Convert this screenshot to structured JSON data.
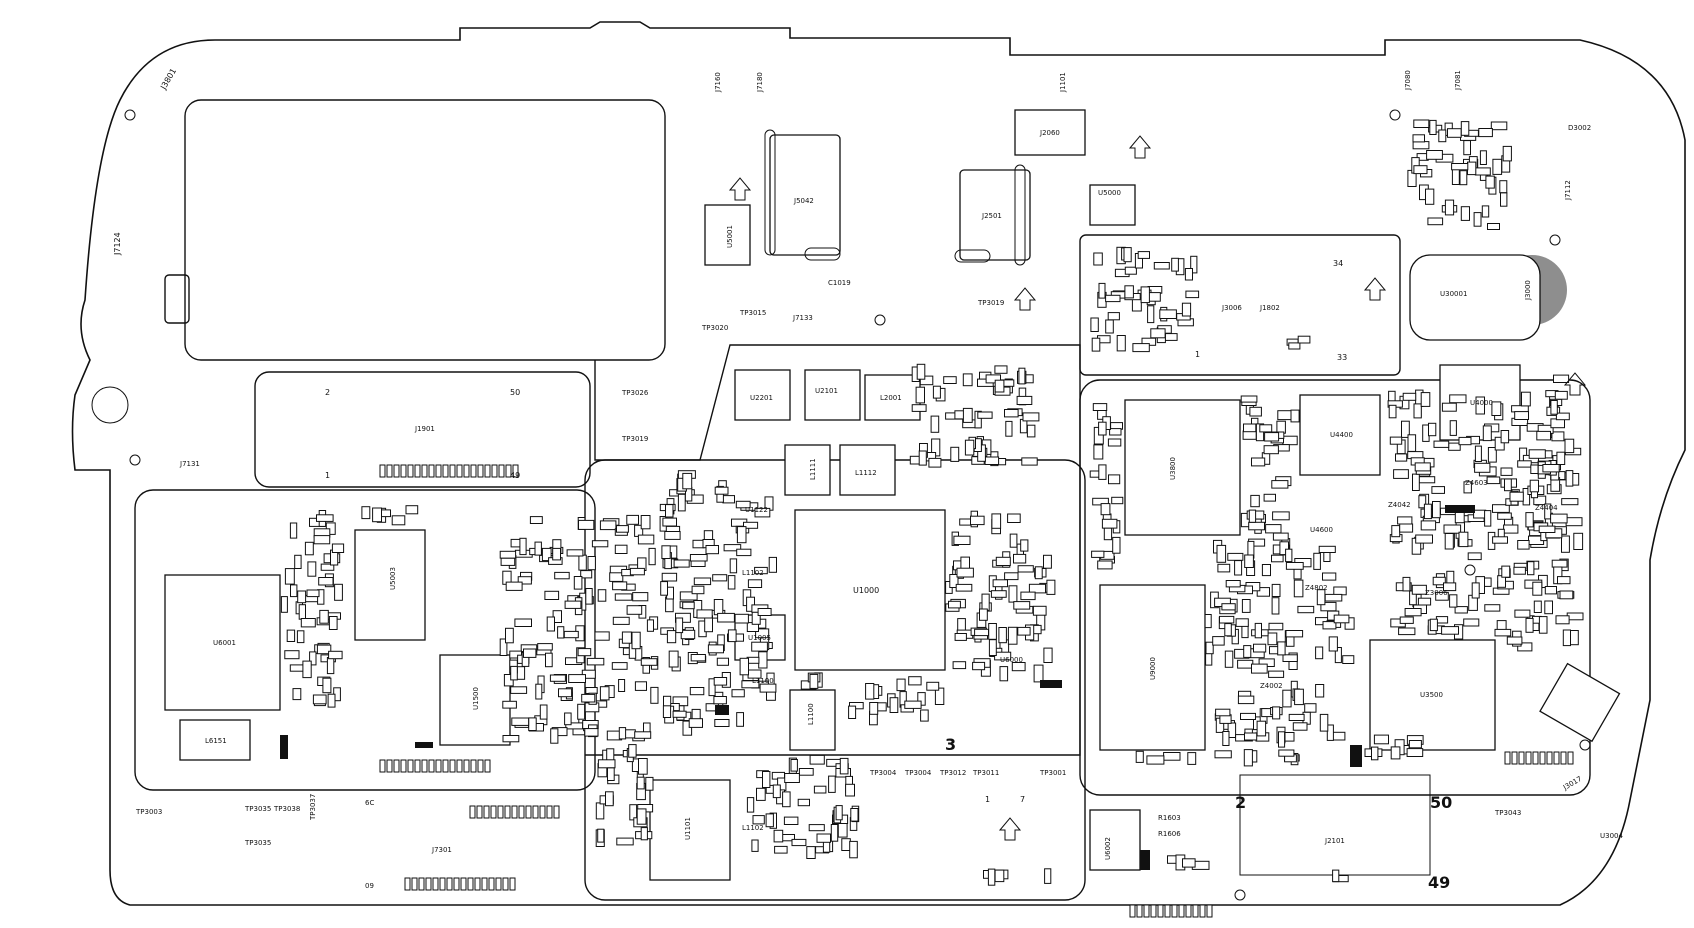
{
  "labels": {
    "j3801": "J3801",
    "j7124": "J7124",
    "j7160": "J7160",
    "j7180": "J7180",
    "j5042": "J5042",
    "u5001": "U5001",
    "j2501": "J2501",
    "c1019": "C1019",
    "tp3015": "TP3015",
    "tp3020": "TP3020",
    "j7133": "J7133",
    "tp3019": "TP3019",
    "j1101": "J1101",
    "j2060": "J2060",
    "u5000": "U5000",
    "j3006": "J3006",
    "j1802": "J1802",
    "n34": "34",
    "n33": "33",
    "n1": "1",
    "j7080": "J7080",
    "j7081": "J7081",
    "d3002": "D3002",
    "j7112": "J7112",
    "u3001": "U30001",
    "j3000": "J3000",
    "u4000": "U4000",
    "u4400": "U4400",
    "u4600": "U4600",
    "u3800": "U3800",
    "u3500": "U3500",
    "u9000": "U9000",
    "j1901": "J1901",
    "j7131": "J7131",
    "tp3026": "TP3026",
    "u2101": "U2101",
    "u2201": "U2201",
    "l2001": "L2001",
    "u1000": "U1000",
    "u1122": "U1122",
    "l1102": "L1102",
    "l1112": "L1112",
    "l1111": "L1111",
    "u1005": "U1005",
    "l1100": "L1100",
    "u6001": "U6001",
    "u5003": "U5003",
    "l6151": "L6151",
    "u1500": "U1500",
    "u1000b": "U6000",
    "tp3003": "TP3003",
    "tp3035": "TP3035",
    "tp3038": "TP3038",
    "tp3037": "TP3037",
    "j7301": "J7301",
    "tp3004": "TP3004",
    "tp3012": "TP3012",
    "tp3011": "TP3011",
    "tp3001": "TP3001",
    "u1101": "U1101",
    "l1102b": "L1102",
    "j2101": "J2101",
    "tp3043": "TP3043",
    "u3004": "U3004",
    "j3017": "J3017",
    "u6002": "U6002",
    "n2": "2",
    "n50": "50",
    "n49": "49",
    "n50b": "50",
    "n49b": "49",
    "n2b": "2",
    "n1b": "1",
    "n7": "7",
    "n3": "3",
    "n6c": "6C",
    "n09": "09",
    "r1603": "R1603",
    "r1606": "R1606",
    "z4404": "Z4404",
    "z4042": "Z4042",
    "z4603": "Z4603",
    "z4002": "Z4002",
    "z4802": "Z4802",
    "z3006": "Z3006"
  },
  "colors": {
    "ink": "#111111",
    "paper": "#ffffff",
    "highlight": "#7a7a7a"
  }
}
